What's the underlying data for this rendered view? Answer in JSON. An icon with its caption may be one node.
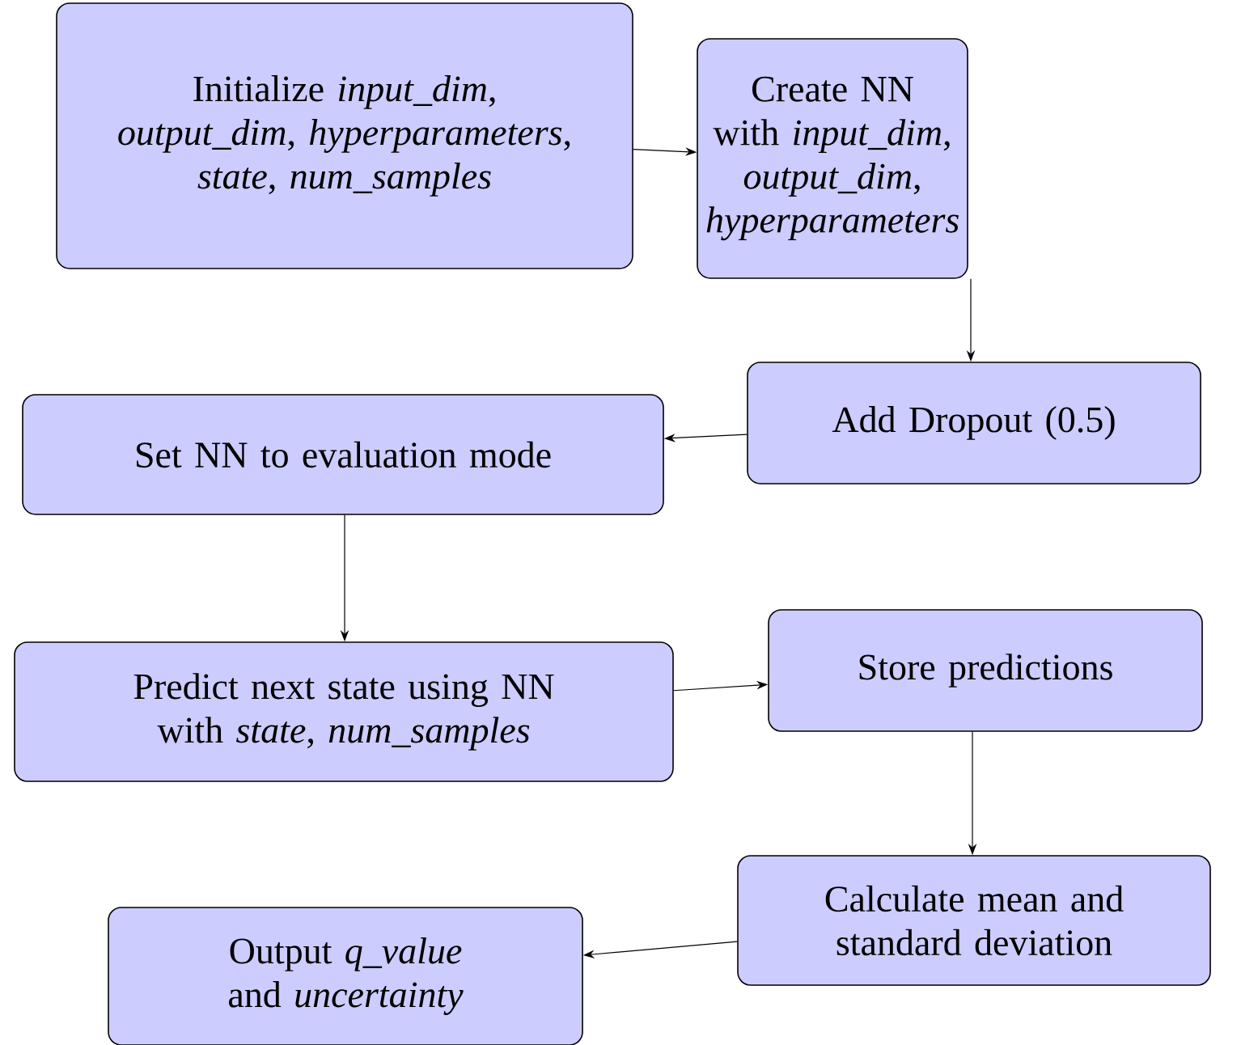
{
  "diagram": {
    "nodes": [
      {
        "text": [
          "Initialize *input_dim*, *output_dim*, *hyperparameters*, *state*, *num_samples*"
        ]
      },
      {
        "text": [
          "Create NN with *input_dim*, *output_dim*, *hyperparameters*"
        ]
      },
      {
        "text": [
          "Add Dropout (0.5)"
        ]
      },
      {
        "text": [
          "Set NN to evaluation mode"
        ]
      },
      {
        "text": [
          "Predict next state using NN with *state*, *num_samples*"
        ]
      },
      {
        "text": [
          "Store predictions"
        ]
      },
      {
        "text": [
          "Calculate mean and standard deviation"
        ]
      },
      {
        "text": [
          "Output *q_value* and *uncertainty*"
        ]
      }
    ],
    "edges": [
      {
        "from": 0,
        "to": 1,
        "arrow": "to"
      },
      {
        "from": 1,
        "to": 2,
        "arrow": "to"
      },
      {
        "from": 2,
        "to": 3,
        "arrow": "to"
      },
      {
        "from": 3,
        "to": 4,
        "arrow": "to"
      },
      {
        "from": 4,
        "to": 5,
        "arrow": "to"
      },
      {
        "from": 5,
        "to": 6,
        "arrow": "to"
      },
      {
        "from": 6,
        "to": 7,
        "arrow": "to"
      }
    ]
  }
}
